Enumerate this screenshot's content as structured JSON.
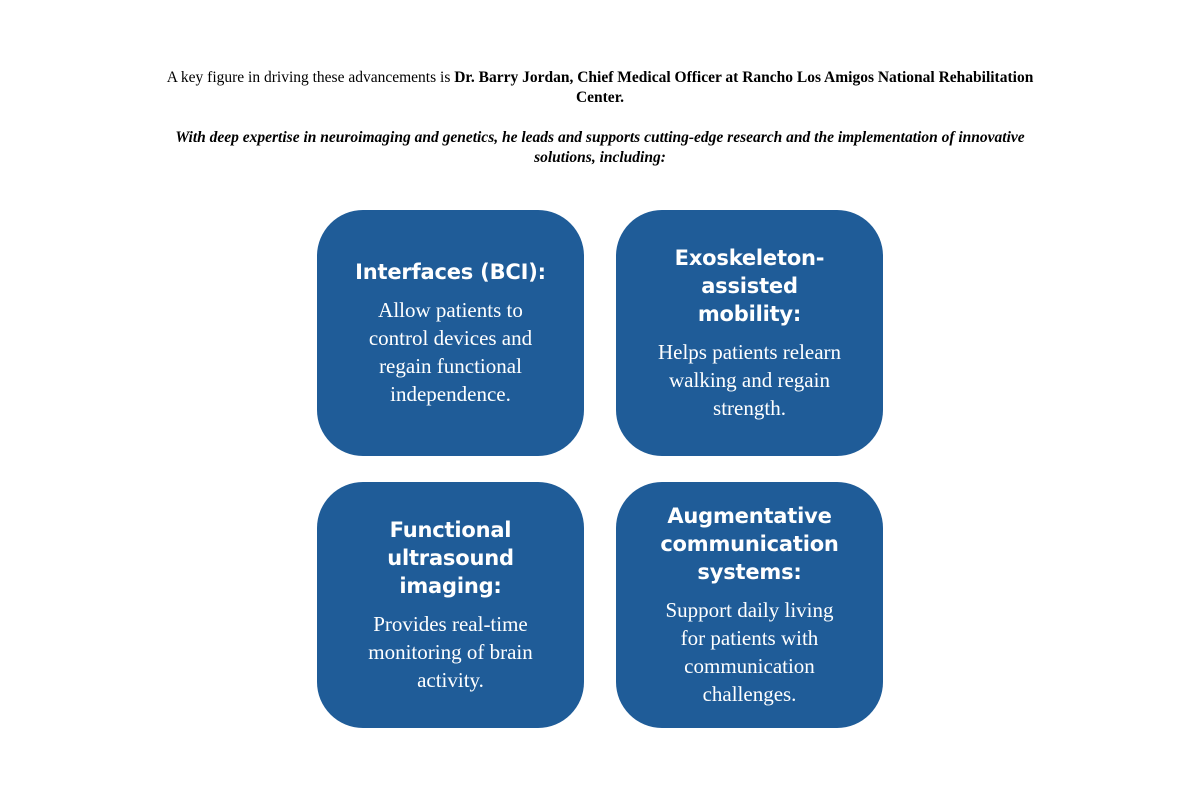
{
  "intro": {
    "line1_plain": "A key figure in driving these advancements is ",
    "line1_bold": "Dr. Barry Jordan, Chief Medical Officer at Rancho Los Amigos National Rehabilitation Center.",
    "line2": "With deep expertise in neuroimaging and genetics, he leads and supports cutting-edge research and the implementation of innovative solutions, including:"
  },
  "colors": {
    "card_background": "#1f5c98",
    "card_text": "#ffffff",
    "page_background": "#ffffff"
  },
  "cards": [
    {
      "title": "Interfaces (BCI):",
      "body": "Allow patients to control devices and regain functional independence."
    },
    {
      "title": "Exoskeleton-assisted mobility:",
      "body": "Helps patients relearn walking and regain strength."
    },
    {
      "title": "Functional ultrasound imaging:",
      "body": "Provides real-time monitoring of brain activity."
    },
    {
      "title": "Augmentative communication systems:",
      "body": "Support daily living for patients with communication challenges."
    }
  ]
}
